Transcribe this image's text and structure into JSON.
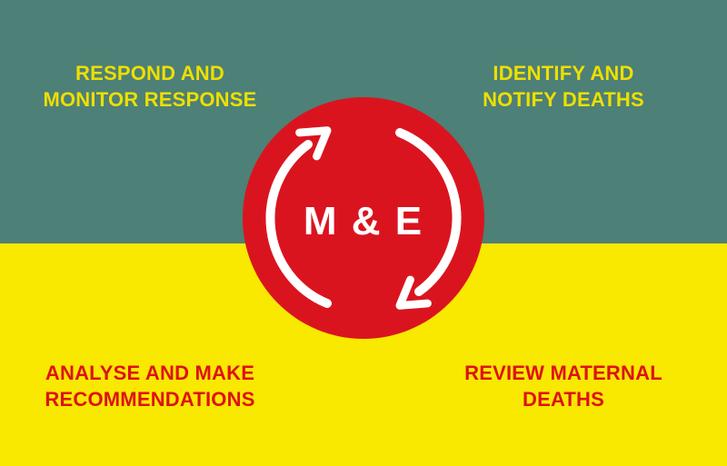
{
  "diagram": {
    "title_hint": "M and E monitoring cycle",
    "center_badge": {
      "label": "M & E",
      "icon": "cycle-arrows-icon"
    },
    "quadrants": [
      {
        "id": "top-left",
        "line1": "RESPOND AND",
        "line2": "MONITOR RESPONSE"
      },
      {
        "id": "top-right",
        "line1": "IDENTIFY AND",
        "line2": "NOTIFY DEATHS"
      },
      {
        "id": "bottom-left",
        "line1": "ANALYSE AND MAKE",
        "line2": "RECOMMENDATIONS"
      },
      {
        "id": "bottom-right",
        "line1": "REVIEW MATERNAL",
        "line2": "DEATHS"
      }
    ],
    "colors": {
      "top_background": "#4d8076",
      "bottom_background": "#f9e800",
      "circle": "#da141f",
      "top_label_text": "#eedf00",
      "bottom_label_text": "#dd1216",
      "badge_text": "#ffffff"
    }
  }
}
